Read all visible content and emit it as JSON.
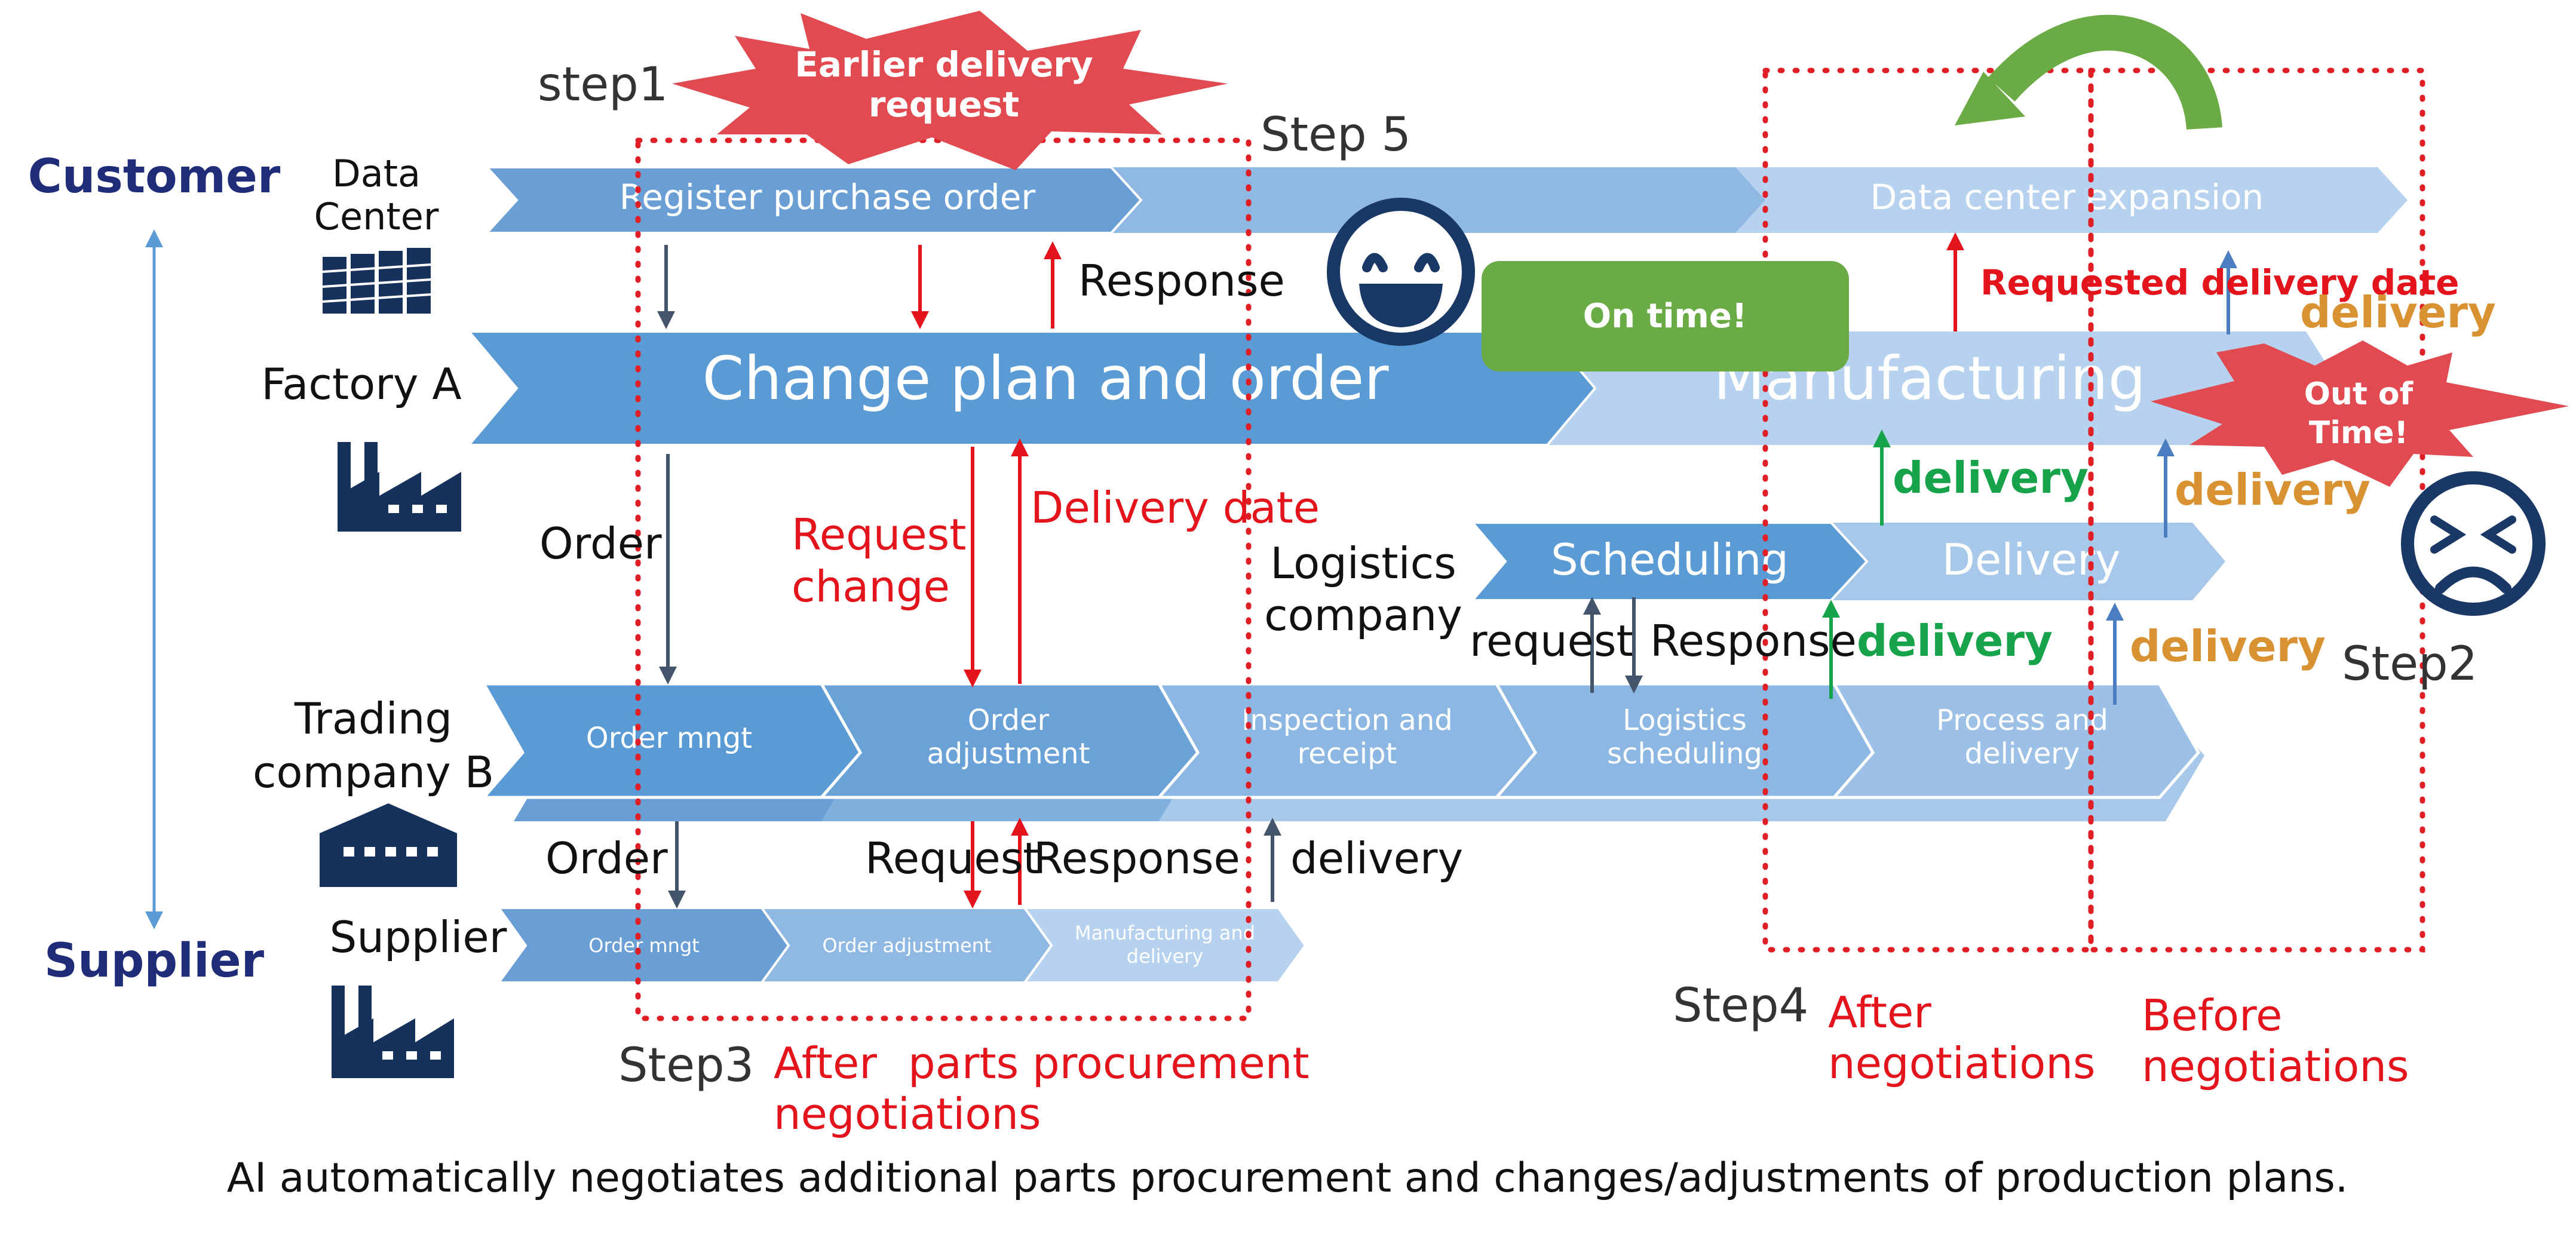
{
  "colors": {
    "arrow_dark": "#5b9bd5",
    "arrow_mid": "#8fb8e2",
    "arrow_light": "#b6d2ee",
    "navy": "#1f3864",
    "icon_navy": "#16325c",
    "red": "#e3141c",
    "burst_red": "#e14a50",
    "green": "#17a34a",
    "ontime_green": "#6aab45",
    "orange": "#d99232",
    "dotted_red": "#e01e26",
    "gray_arrow": "#44546a",
    "axis_blue": "#5b9bd5",
    "curve_green": "#6aab45"
  },
  "axis": {
    "top": "Customer",
    "bottom": "Supplier"
  },
  "entities": {
    "datacenter": [
      "Data",
      "Center"
    ],
    "factory": "Factory A",
    "trading": [
      "Trading",
      "company B"
    ],
    "supplier": "Supplier",
    "logistics": [
      "Logistics",
      "company"
    ]
  },
  "bursts": {
    "request": [
      "Earlier delivery",
      "request"
    ],
    "outoftime": [
      "Out of",
      "Time!"
    ]
  },
  "steps": {
    "step1": "step1",
    "step2": "Step2",
    "step3": "Step3",
    "step4": "Step4",
    "step5": "Step 5"
  },
  "row1": {
    "a": "Register purchase order",
    "b": "Data center expansion"
  },
  "row2": {
    "a": "Change plan and order",
    "b": "Manufacturing"
  },
  "logistics_row": {
    "a": "Scheduling",
    "b": "Delivery"
  },
  "row3": [
    [
      "Order mngt"
    ],
    [
      "Order",
      "adjustment"
    ],
    [
      "Inspection and",
      "receipt"
    ],
    [
      "Logistics",
      "scheduling"
    ],
    [
      "Process and",
      "delivery"
    ]
  ],
  "row4": [
    [
      "Order mngt"
    ],
    [
      "Order adjustment"
    ],
    [
      "Manufacturing and",
      "delivery"
    ]
  ],
  "ontime": "On time!",
  "labels": {
    "response_top": "Response",
    "order1": "Order",
    "request_change": [
      "Request",
      "change"
    ],
    "delivery_date": "Delivery date",
    "request_logi": "request",
    "response_logi": "Response",
    "order2": "Order",
    "request_sup": "Request",
    "response_sup": "Response",
    "delivery_sup": "delivery",
    "requested_delivery_date": "Requested delivery date",
    "delivery_green1": "delivery",
    "delivery_green2": "delivery",
    "delivery_orange1": "delivery",
    "delivery_orange2": "delivery",
    "delivery_orange3": "delivery"
  },
  "negotiation": {
    "after_parts": [
      "After",
      "negotiations"
    ],
    "parts_procurement": "parts procurement",
    "after": [
      "After",
      "negotiations"
    ],
    "before": [
      "Before",
      "negotiations"
    ]
  },
  "caption": "AI automatically negotiates additional parts procurement and changes/adjustments of production plans."
}
